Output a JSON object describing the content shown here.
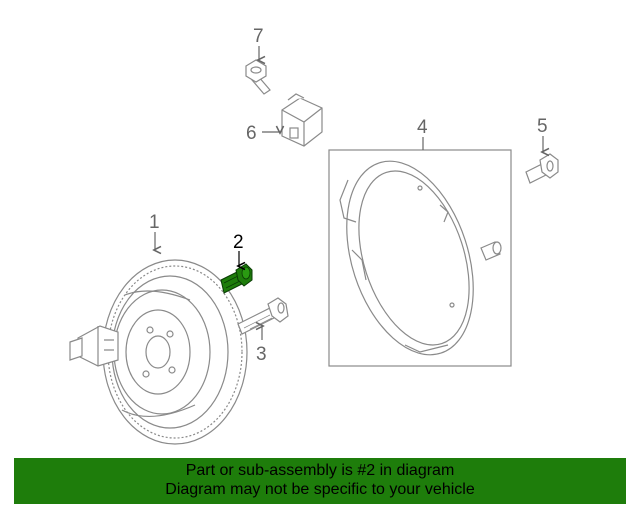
{
  "callouts": [
    {
      "id": "1",
      "label": "1"
    },
    {
      "id": "2",
      "label": "2"
    },
    {
      "id": "3",
      "label": "3"
    },
    {
      "id": "4",
      "label": "4"
    },
    {
      "id": "5",
      "label": "5"
    },
    {
      "id": "6",
      "label": "6"
    },
    {
      "id": "7",
      "label": "7"
    }
  ],
  "highlight_part": "2",
  "colors": {
    "highlight": "#1e7d0b",
    "line": "#888888",
    "banner": "#1e7d0b"
  },
  "banner": {
    "line1": "Part or sub-assembly is #2 in diagram",
    "line2": "Diagram may not be specific to your vehicle"
  }
}
